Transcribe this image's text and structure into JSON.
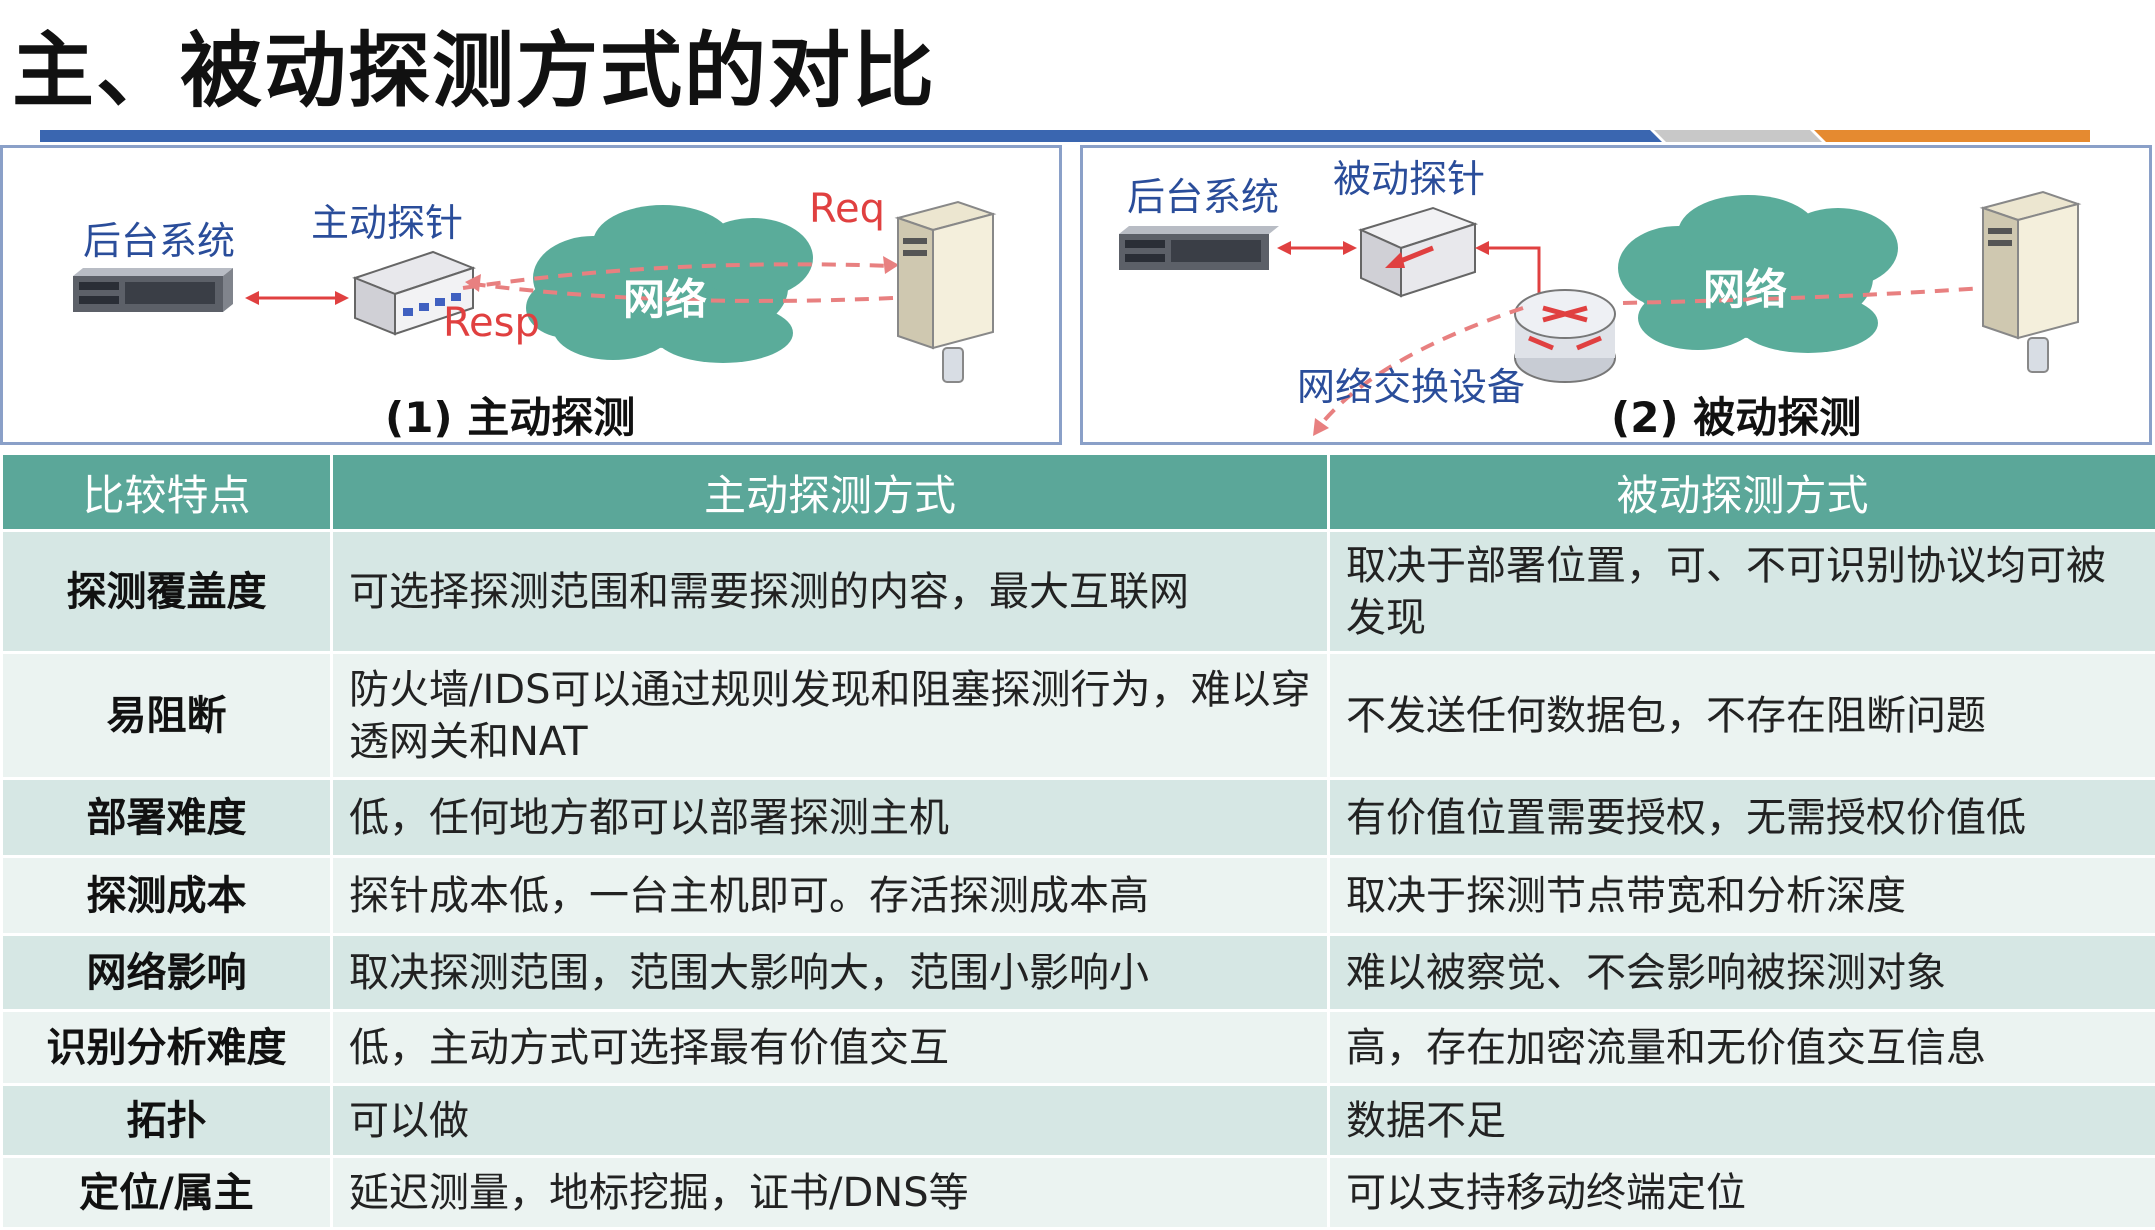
{
  "title": "主、被动探测方式的对比",
  "colors": {
    "header_bg": "#5ba799",
    "row_odd": "#d6e7e4",
    "row_even": "#ebf3f1",
    "cloud": "#5aac9a",
    "arrow_red": "#e04040",
    "label_blue": "#2a4d9a"
  },
  "diagram_active": {
    "backend_label": "后台系统",
    "probe_label": "主动探针",
    "req_label": "Req",
    "resp_label": "Resp",
    "network_label": "网络",
    "caption": "(1) 主动探测"
  },
  "diagram_passive": {
    "backend_label": "后台系统",
    "probe_label": "被动探针",
    "network_label": "网络",
    "switch_label": "网络交换设备",
    "caption": "(2) 被动探测"
  },
  "table": {
    "headers": [
      "比较特点",
      "主动探测方式",
      "被动探测方式"
    ],
    "rows": [
      {
        "feature": "探测覆盖度",
        "active": "可选择探测范围和需要探测的内容，最大互联网",
        "passive": "取决于部署位置，可、不可识别协议均可被发现"
      },
      {
        "feature": "易阻断",
        "active": "防火墙/IDS可以通过规则发现和阻塞探测行为，难以穿透网关和NAT",
        "passive": "不发送任何数据包，不存在阻断问题"
      },
      {
        "feature": "部署难度",
        "active": "低，任何地方都可以部署探测主机",
        "passive": "有价值位置需要授权，无需授权价值低"
      },
      {
        "feature": "探测成本",
        "active": "探针成本低，一台主机即可。存活探测成本高",
        "passive": "取决于探测节点带宽和分析深度"
      },
      {
        "feature": "网络影响",
        "active": "取决探测范围，范围大影响大，范围小影响小",
        "passive": "难以被察觉、不会影响被探测对象"
      },
      {
        "feature": "识别分析难度",
        "active": "低，主动方式可选择最有价值交互",
        "passive": "高，存在加密流量和无价值交互信息"
      },
      {
        "feature": "拓扑",
        "active": "可以做",
        "passive": "数据不足"
      },
      {
        "feature": "定位/属主",
        "active": "延迟测量，地标挖掘，证书/DNS等",
        "passive": "可以支持移动终端定位"
      }
    ]
  }
}
